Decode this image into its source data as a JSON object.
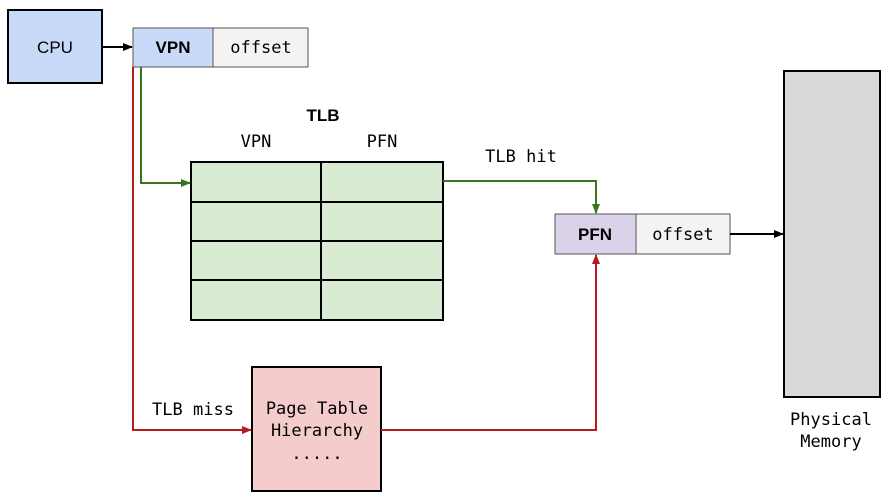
{
  "cpu": {
    "label": "CPU"
  },
  "virtual_address": {
    "vpn_label": "VPN",
    "offset_label": "offset"
  },
  "tlb": {
    "title": "TLB",
    "col_vpn": "VPN",
    "col_pfn": "PFN",
    "rows": 4
  },
  "tlb_hit_label": "TLB hit",
  "tlb_miss_label": "TLB miss",
  "physical_address": {
    "pfn_label": "PFN",
    "offset_label": "offset"
  },
  "page_table": {
    "line1": "Page Table",
    "line2": "Hierarchy",
    "line3": "....."
  },
  "physical_memory": {
    "line1": "Physical",
    "line2": "Memory"
  },
  "colors": {
    "cpu_fill": "#c9daf8",
    "vpn_fill": "#c9daf8",
    "offset_fill": "#f3f3f3",
    "tlb_fill": "#d9ead3",
    "pfn_fill": "#d9d2e9",
    "page_table_fill": "#f4cccc",
    "memory_fill": "#d9d9d9",
    "hit_arrow": "#38761d",
    "miss_arrow": "#b71c1c"
  },
  "icons": {
    "arrows": "arrow-right-icon"
  }
}
